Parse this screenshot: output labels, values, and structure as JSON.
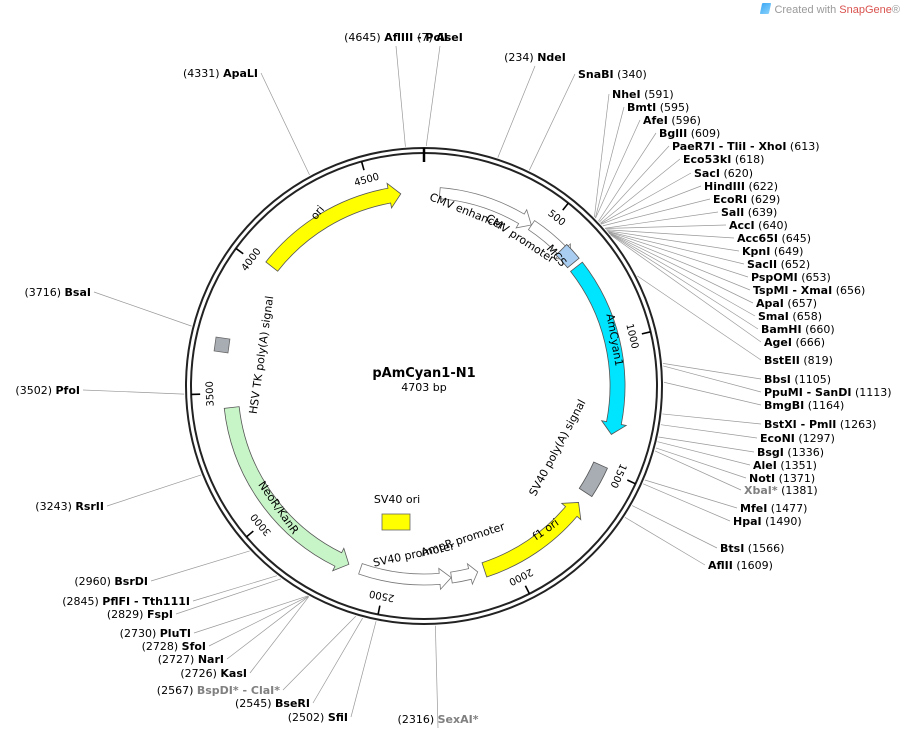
{
  "branding": {
    "text": "Created with",
    "brand": "SnapGene",
    "mark": "®"
  },
  "plasmid": {
    "name": "pAmCyan1-N1",
    "size": "4703 bp",
    "length": 4703
  },
  "ticks": [
    "500",
    "1000",
    "1500",
    "2000",
    "2500",
    "3000",
    "3500",
    "4000",
    "4500"
  ],
  "features": [
    {
      "name": "CMV enhancer",
      "start": 61,
      "end": 440,
      "kind": "outline",
      "dir": 1
    },
    {
      "name": "CMV promoter",
      "start": 441,
      "end": 644,
      "kind": "outline",
      "dir": 1
    },
    {
      "name": "MCS",
      "start": 591,
      "end": 660,
      "kind": "box",
      "color": "#a9cdf0"
    },
    {
      "name": "AmCyan1",
      "start": 679,
      "end": 1365,
      "kind": "arrow",
      "color": "#00e5ff",
      "dir": 1
    },
    {
      "name": "SV40 poly(A) signal",
      "start": 1491,
      "end": 1612,
      "kind": "box",
      "color": "#a8adb4"
    },
    {
      "name": "f1 ori",
      "start": 1659,
      "end": 2114,
      "kind": "arrow",
      "color": "#ffff00",
      "dir": -1
    },
    {
      "name": "AmpR promoter",
      "start": 2141,
      "end": 2245,
      "kind": "outline",
      "dir": -1
    },
    {
      "name": "SV40 promoter",
      "start": 2246,
      "end": 2602,
      "kind": "outline",
      "dir": -1
    },
    {
      "name": "SV40 ori",
      "start": 2453,
      "end": 2588,
      "kind": "box",
      "color": "#ffff00"
    },
    {
      "name": "NeoR/KanR",
      "start": 2650,
      "end": 3444,
      "kind": "arrow",
      "color": "#c8f5c8",
      "dir": -1
    },
    {
      "name": "HSV TK poly(A) signal",
      "start": 3679,
      "end": 3697,
      "kind": "box",
      "color": "#a8adb4"
    },
    {
      "name": "ori",
      "start": 4025,
      "end": 4613,
      "kind": "arrow",
      "color": "#ffff00",
      "dir": 1
    }
  ],
  "sites": [
    {
      "name": "AseI",
      "pos": "(7)",
      "bp": 7
    },
    {
      "name": "NdeI",
      "pos": "(234)",
      "bp": 234
    },
    {
      "name": "SnaBI",
      "pos": "(340)",
      "bp": 340
    },
    {
      "name": "NheI",
      "pos": "(591)",
      "bp": 591
    },
    {
      "name": "BmtI",
      "pos": "(595)",
      "bp": 595
    },
    {
      "name": "AfeI",
      "pos": "(596)",
      "bp": 596
    },
    {
      "name": "BglII",
      "pos": "(609)",
      "bp": 609
    },
    {
      "name": "PaeR7I - TliI - XhoI",
      "pos": "(613)",
      "bp": 613
    },
    {
      "name": "Eco53kI",
      "pos": "(618)",
      "bp": 618
    },
    {
      "name": "SacI",
      "pos": "(620)",
      "bp": 620
    },
    {
      "name": "HindIII",
      "pos": "(622)",
      "bp": 622
    },
    {
      "name": "EcoRI",
      "pos": "(629)",
      "bp": 629
    },
    {
      "name": "SalI",
      "pos": "(639)",
      "bp": 639
    },
    {
      "name": "AccI",
      "pos": "(640)",
      "bp": 640
    },
    {
      "name": "Acc65I",
      "pos": "(645)",
      "bp": 645
    },
    {
      "name": "KpnI",
      "pos": "(649)",
      "bp": 649
    },
    {
      "name": "SacII",
      "pos": "(652)",
      "bp": 652
    },
    {
      "name": "PspOMI",
      "pos": "(653)",
      "bp": 653
    },
    {
      "name": "TspMI - XmaI",
      "pos": "(656)",
      "bp": 656
    },
    {
      "name": "ApaI",
      "pos": "(657)",
      "bp": 657
    },
    {
      "name": "SmaI",
      "pos": "(658)",
      "bp": 658
    },
    {
      "name": "BamHI",
      "pos": "(660)",
      "bp": 660
    },
    {
      "name": "AgeI",
      "pos": "(666)",
      "bp": 666
    },
    {
      "name": "BstEII",
      "pos": "(819)",
      "bp": 819
    },
    {
      "name": "BbsI",
      "pos": "(1105)",
      "bp": 1105
    },
    {
      "name": "PpuMI - SanDI",
      "pos": "(1113)",
      "bp": 1113
    },
    {
      "name": "BmgBI",
      "pos": "(1164)",
      "bp": 1164
    },
    {
      "name": "BstXI - PmlI",
      "pos": "(1263)",
      "bp": 1263
    },
    {
      "name": "EcoNI",
      "pos": "(1297)",
      "bp": 1297
    },
    {
      "name": "BsgI",
      "pos": "(1336)",
      "bp": 1336
    },
    {
      "name": "AleI",
      "pos": "(1351)",
      "bp": 1351
    },
    {
      "name": "NotI",
      "pos": "(1371)",
      "bp": 1371
    },
    {
      "name": "XbaI*",
      "pos": "(1381)",
      "bp": 1381,
      "gray": true
    },
    {
      "name": "MfeI",
      "pos": "(1477)",
      "bp": 1477
    },
    {
      "name": "HpaI",
      "pos": "(1490)",
      "bp": 1490
    },
    {
      "name": "BtsI",
      "pos": "(1566)",
      "bp": 1566
    },
    {
      "name": "AflII",
      "pos": "(1609)",
      "bp": 1609
    },
    {
      "name": "SexAI*",
      "pos": "(2316)",
      "bp": 2316,
      "gray": true
    },
    {
      "name": "SfiI",
      "pos": "(2502)",
      "bp": 2502
    },
    {
      "name": "BseRI",
      "pos": "(2545)",
      "bp": 2545
    },
    {
      "name": "BspDI* - ClaI*",
      "pos": "(2567)",
      "bp": 2567,
      "gray": true
    },
    {
      "name": "KasI",
      "pos": "(2726)",
      "bp": 2726
    },
    {
      "name": "NarI",
      "pos": "(2727)",
      "bp": 2727
    },
    {
      "name": "SfoI",
      "pos": "(2728)",
      "bp": 2728
    },
    {
      "name": "PluTI",
      "pos": "(2730)",
      "bp": 2730
    },
    {
      "name": "FspI",
      "pos": "(2829)",
      "bp": 2829
    },
    {
      "name": "PflFI - Tth111I",
      "pos": "(2845)",
      "bp": 2845
    },
    {
      "name": "BsrDI",
      "pos": "(2960)",
      "bp": 2960
    },
    {
      "name": "RsrII",
      "pos": "(3243)",
      "bp": 3243
    },
    {
      "name": "PfoI",
      "pos": "(3502)",
      "bp": 3502
    },
    {
      "name": "BsaI",
      "pos": "(3716)",
      "bp": 3716
    },
    {
      "name": "ApaLI",
      "pos": "(4331)",
      "bp": 4331
    },
    {
      "name": "AflIII - PciI",
      "pos": "(4645)",
      "bp": 4645
    }
  ]
}
